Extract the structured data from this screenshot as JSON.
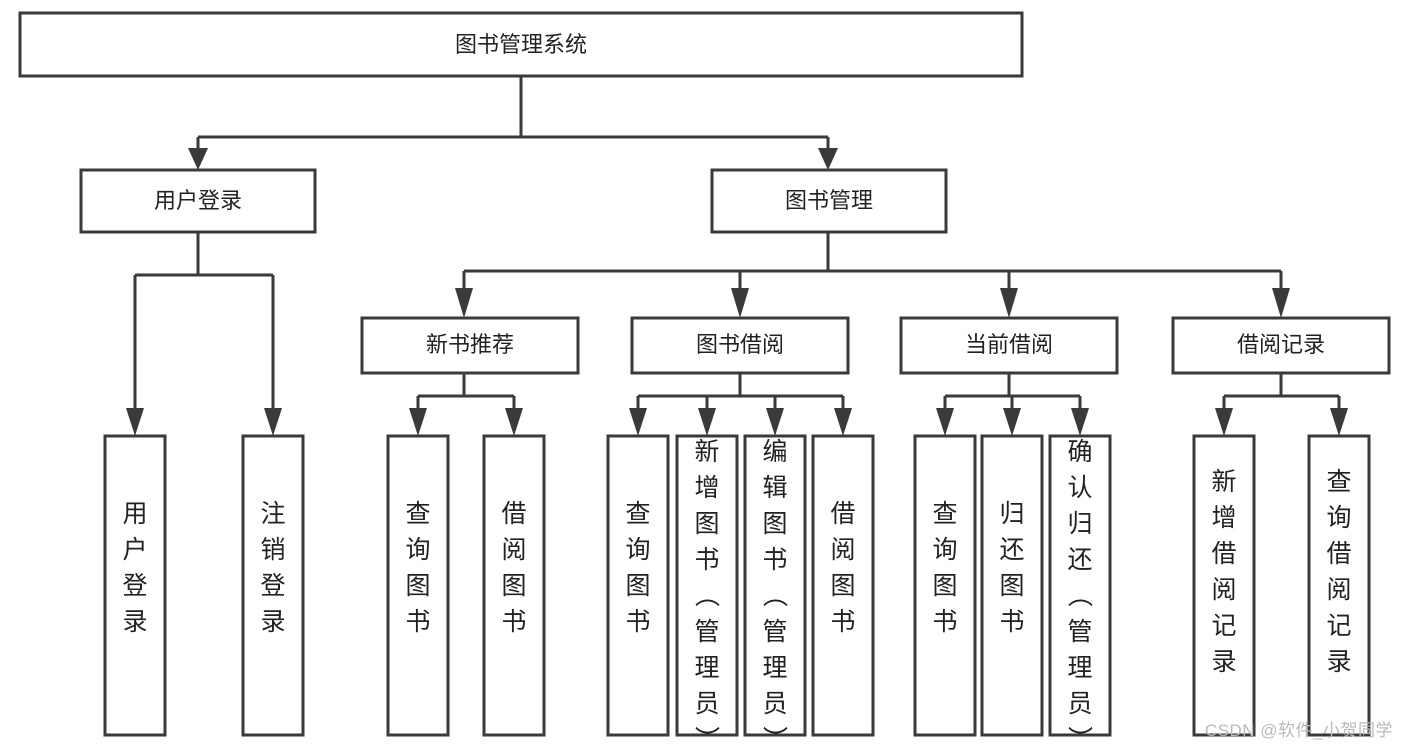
{
  "diagram": {
    "type": "tree-hierarchy",
    "title": "图书管理系统",
    "watermark": "CSDN @软件_小贺同学",
    "colors": {
      "stroke": "#3a3a3a",
      "fill": "#ffffff",
      "text": "#222222",
      "watermark": "#b9b9b9"
    },
    "levels": {
      "root": {
        "label": "图书管理系统"
      },
      "level2": [
        {
          "label": "用户登录"
        },
        {
          "label": "图书管理"
        }
      ],
      "level3": [
        {
          "label": "新书推荐"
        },
        {
          "label": "图书借阅"
        },
        {
          "label": "当前借阅"
        },
        {
          "label": "借阅记录"
        }
      ],
      "level4": [
        {
          "label": "用户登录",
          "parent": "用户登录"
        },
        {
          "label": "注销登录",
          "parent": "用户登录"
        },
        {
          "label": "查询图书",
          "parent": "新书推荐"
        },
        {
          "label": "借阅图书",
          "parent": "新书推荐"
        },
        {
          "label": "查询图书",
          "parent": "图书借阅"
        },
        {
          "label": "新增图书（管理员）",
          "parent": "图书借阅"
        },
        {
          "label": "编辑图书（管理员）",
          "parent": "图书借阅"
        },
        {
          "label": "借阅图书",
          "parent": "图书借阅"
        },
        {
          "label": "查询图书",
          "parent": "当前借阅"
        },
        {
          "label": "归还图书",
          "parent": "当前借阅"
        },
        {
          "label": "确认归还（管理员）",
          "parent": "当前借阅"
        },
        {
          "label": "新增借阅记录",
          "parent": "借阅记录"
        },
        {
          "label": "查询借阅记录",
          "parent": "借阅记录"
        }
      ]
    }
  }
}
